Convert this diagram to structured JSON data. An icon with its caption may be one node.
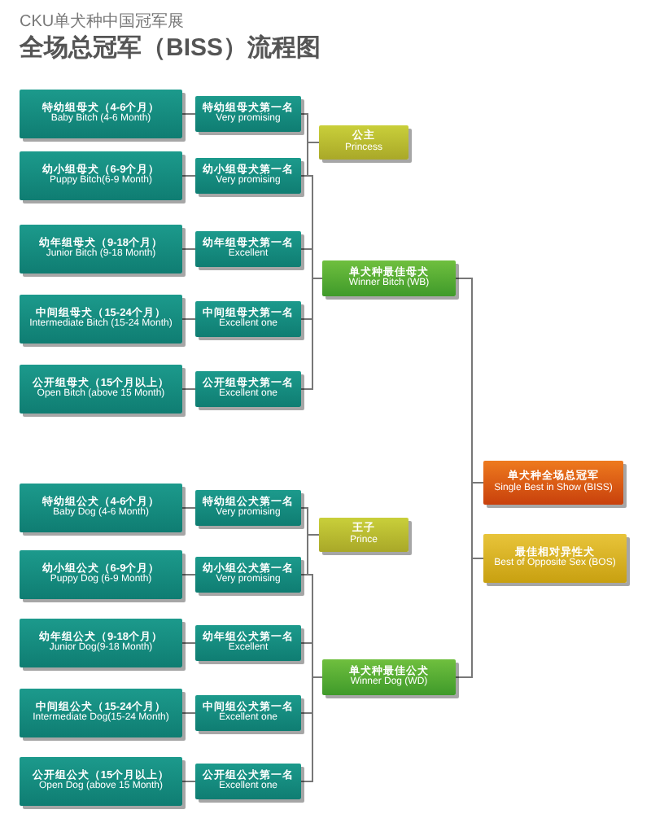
{
  "diagram": {
    "title": "全场总冠军（BISS）流程图",
    "nodes": [
      {
        "text": [
          "特幼组母犬（4-6个月）",
          "Baby Bitch (4-6 Month)"
        ]
      },
      {
        "text": [
          "特幼组母犬第一名",
          "Very promising"
        ]
      },
      {
        "text": [
          "幼小组母犬（6-9个月）",
          "Puppy Bitch(6-9 Month)"
        ]
      },
      {
        "text": [
          "幼小组母犬第一名",
          "Very promising"
        ]
      },
      {
        "text": [
          "幼年组母犬（9-18个月）",
          "Junior Bitch (9-18 Month)"
        ]
      },
      {
        "text": [
          "幼年组母犬第一名",
          "Excellent"
        ]
      },
      {
        "text": [
          "中间组母犬（15-24个月）",
          "Intermediate Bitch (15-24 Month)"
        ]
      },
      {
        "text": [
          "中间组母犬第一名",
          "Excellent one"
        ]
      },
      {
        "text": [
          "公开组母犬（15个月以上）",
          "Open Bitch (above 15 Month)"
        ]
      },
      {
        "text": [
          "公开组母犬第一名",
          "Excellent one"
        ]
      },
      {
        "text": [
          "公主",
          "Princess"
        ]
      },
      {
        "text": [
          "单犬种最佳母犬",
          "Winner Bitch (WB)"
        ]
      },
      {
        "text": [
          "特幼组公犬（4-6个月）",
          "Baby Dog (4-6 Month)"
        ]
      },
      {
        "text": [
          "特幼组公犬第一名",
          "Very promising"
        ]
      },
      {
        "text": [
          "幼小组公犬（6-9个月）",
          "Puppy Dog (6-9 Month)"
        ]
      },
      {
        "text": [
          "幼小组公犬第一名",
          "Very promising"
        ]
      },
      {
        "text": [
          "幼年组公犬（9-18个月）",
          "Junior Dog(9-18 Month)"
        ]
      },
      {
        "text": [
          "幼年组公犬第一名",
          "Excellent"
        ]
      },
      {
        "text": [
          "中间组公犬（15-24个月）",
          "Intermediate Dog(15-24 Month)"
        ]
      },
      {
        "text": [
          "中间组公犬第一名",
          "Excellent one"
        ]
      },
      {
        "text": [
          "公开组公犬（15个月以上）",
          "Open Dog (above 15 Month)"
        ]
      },
      {
        "text": [
          "公开组公犬第一名",
          "Excellent one"
        ]
      },
      {
        "text": [
          "王子",
          "Prince"
        ]
      },
      {
        "text": [
          "单犬种最佳公犬",
          "Winner Dog (WD)"
        ]
      },
      {
        "text": [
          "单犬种全场总冠军",
          "Single Best in Show (BISS)"
        ]
      },
      {
        "text": [
          "最佳相对异性犬",
          "Best of Opposite Sex (BOS)"
        ]
      }
    ],
    "edges": [
      {
        "from": 0,
        "to": 1,
        "arrow": "none"
      },
      {
        "from": 2,
        "to": 3,
        "arrow": "none"
      },
      {
        "from": 4,
        "to": 5,
        "arrow": "none"
      },
      {
        "from": 6,
        "to": 7,
        "arrow": "none"
      },
      {
        "from": 8,
        "to": 9,
        "arrow": "none"
      },
      {
        "from": 1,
        "to": 10,
        "arrow": "none"
      },
      {
        "from": 3,
        "to": 10,
        "arrow": "none"
      },
      {
        "from": 3,
        "to": 11,
        "arrow": "none"
      },
      {
        "from": 5,
        "to": 11,
        "arrow": "none"
      },
      {
        "from": 7,
        "to": 11,
        "arrow": "none"
      },
      {
        "from": 9,
        "to": 11,
        "arrow": "none"
      },
      {
        "from": 12,
        "to": 13,
        "arrow": "none"
      },
      {
        "from": 14,
        "to": 15,
        "arrow": "none"
      },
      {
        "from": 16,
        "to": 17,
        "arrow": "none"
      },
      {
        "from": 18,
        "to": 19,
        "arrow": "none"
      },
      {
        "from": 20,
        "to": 21,
        "arrow": "none"
      },
      {
        "from": 13,
        "to": 22,
        "arrow": "none"
      },
      {
        "from": 15,
        "to": 22,
        "arrow": "none"
      },
      {
        "from": 15,
        "to": 23,
        "arrow": "none"
      },
      {
        "from": 17,
        "to": 23,
        "arrow": "none"
      },
      {
        "from": 19,
        "to": 23,
        "arrow": "none"
      },
      {
        "from": 21,
        "to": 23,
        "arrow": "none"
      },
      {
        "from": 11,
        "to": 24,
        "arrow": "none"
      },
      {
        "from": 23,
        "to": 24,
        "arrow": "none"
      },
      {
        "from": 11,
        "to": 25,
        "arrow": "none"
      },
      {
        "from": 23,
        "to": 25,
        "arrow": "none"
      }
    ],
    "labels": [
      "CKU单犬种中国冠军展"
    ]
  }
}
